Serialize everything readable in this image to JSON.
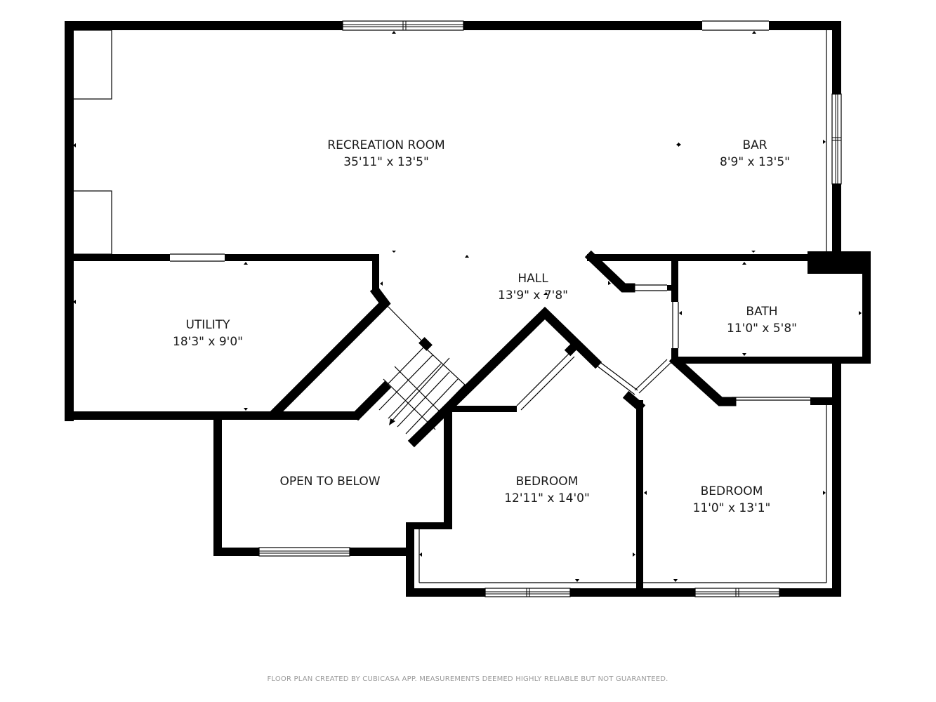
{
  "rooms": {
    "recreation_room": {
      "name": "RECREATION ROOM",
      "dims": "35'11\" x 13'5\""
    },
    "bar": {
      "name": "BAR",
      "dims": "8'9\" x 13'5\""
    },
    "hall": {
      "name": "HALL",
      "dims": "13'9\" x 7'8\""
    },
    "utility": {
      "name": "UTILITY",
      "dims": "18'3\" x 9'0\""
    },
    "bath": {
      "name": "BATH",
      "dims": "11'0\" x 5'8\""
    },
    "open_to_below": {
      "name": "OPEN TO BELOW"
    },
    "bedroom_1": {
      "name": "BEDROOM",
      "dims": "12'11\" x 14'0\""
    },
    "bedroom_2": {
      "name": "BEDROOM",
      "dims": "11'0\" x 13'1\""
    }
  },
  "footer": "FLOOR PLAN CREATED BY CUBICASA APP. MEASUREMENTS DEEMED HIGHLY RELIABLE BUT NOT GUARANTEED."
}
